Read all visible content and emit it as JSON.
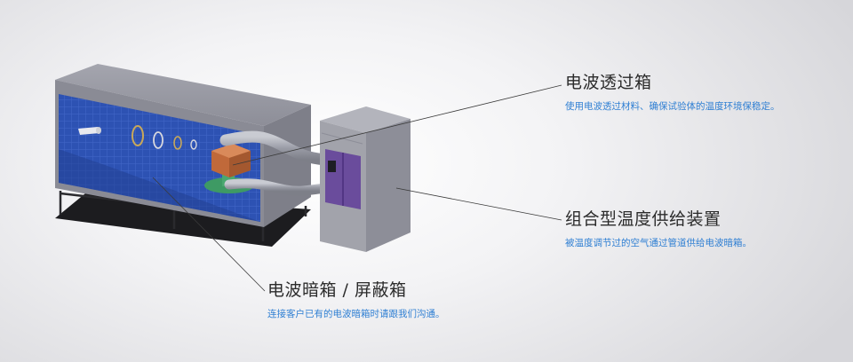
{
  "callouts": [
    {
      "title": "电波透过箱",
      "desc": "使用电波透过材料、确保试验体的温度环境保稳定。"
    },
    {
      "title": "组合型温度供给装置",
      "desc": "被温度调节过的空气通过管道供给电波暗箱。"
    },
    {
      "title": "电波暗箱 / 屏蔽箱",
      "desc": "连接客户已有的电波暗箱时请跟我们沟通。"
    }
  ],
  "colors": {
    "accent_text": "#2f7fd3",
    "title_text": "#2b2b2b",
    "chamber_body": "#8c8d97",
    "absorber_blue": "#2b4fae",
    "device_purple": "#6a4c9c",
    "box_orange": "#c0693a",
    "base_green": "#4aa870"
  }
}
